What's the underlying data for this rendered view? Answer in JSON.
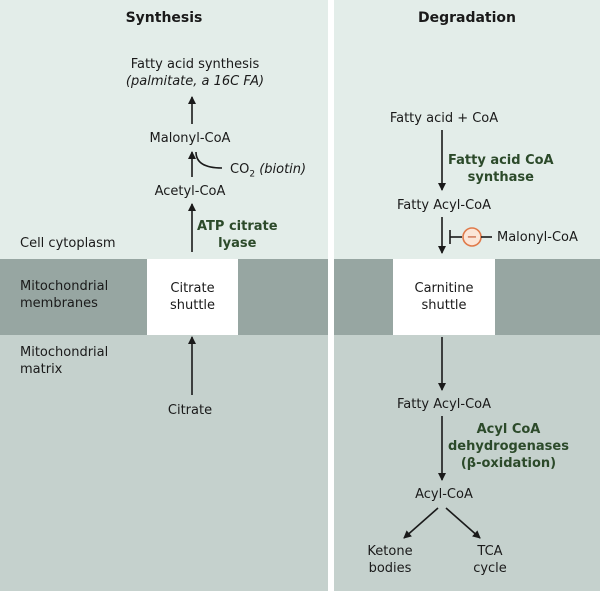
{
  "synthesis": {
    "title": "Synthesis",
    "fatty_acid_synthesis": "Fatty acid synthesis",
    "fatty_acid_synthesis_note": "(palmitate, a 16C FA)",
    "malonyl_coa": "Malonyl-CoA",
    "co2": "CO",
    "co2_sub": "2",
    "co2_note": "(biotin)",
    "acetyl_coa": "Acetyl-CoA",
    "enzyme_line1": "ATP citrate",
    "enzyme_line2": "lyase",
    "shuttle_line1": "Citrate",
    "shuttle_line2": "shuttle",
    "citrate": "Citrate"
  },
  "compartments": {
    "cytoplasm": "Cell cytoplasm",
    "membranes_line1": "Mitochondrial",
    "membranes_line2": "membranes",
    "matrix_line1": "Mitochondrial",
    "matrix_line2": "matrix"
  },
  "degradation": {
    "title": "Degradation",
    "fatty_acid_coa": "Fatty acid + CoA",
    "enzyme1_line1": "Fatty acid CoA",
    "enzyme1_line2": "synthase",
    "fatty_acyl_coa_top": "Fatty Acyl-CoA",
    "inhibitor_symbol": "−",
    "malonyl_coa": "Malonyl-CoA",
    "shuttle_line1": "Carnitine",
    "shuttle_line2": "shuttle",
    "fatty_acyl_coa_bottom": "Fatty Acyl-CoA",
    "enzyme2_line1": "Acyl CoA",
    "enzyme2_line2": "dehydrogenases",
    "enzyme2_line3": "(β-oxidation)",
    "acyl_coa": "Acyl-CoA",
    "ketone_line1": "Ketone",
    "ketone_line2": "bodies",
    "tca_line1": "TCA",
    "tca_line2": "cycle"
  },
  "colors": {
    "cytoplasm": "#e3ede9",
    "membranes": "#97a6a2",
    "matrix": "#c5d1cd",
    "enzyme_text": "#2c4a2a",
    "inhibitor": "#e07a4a"
  }
}
